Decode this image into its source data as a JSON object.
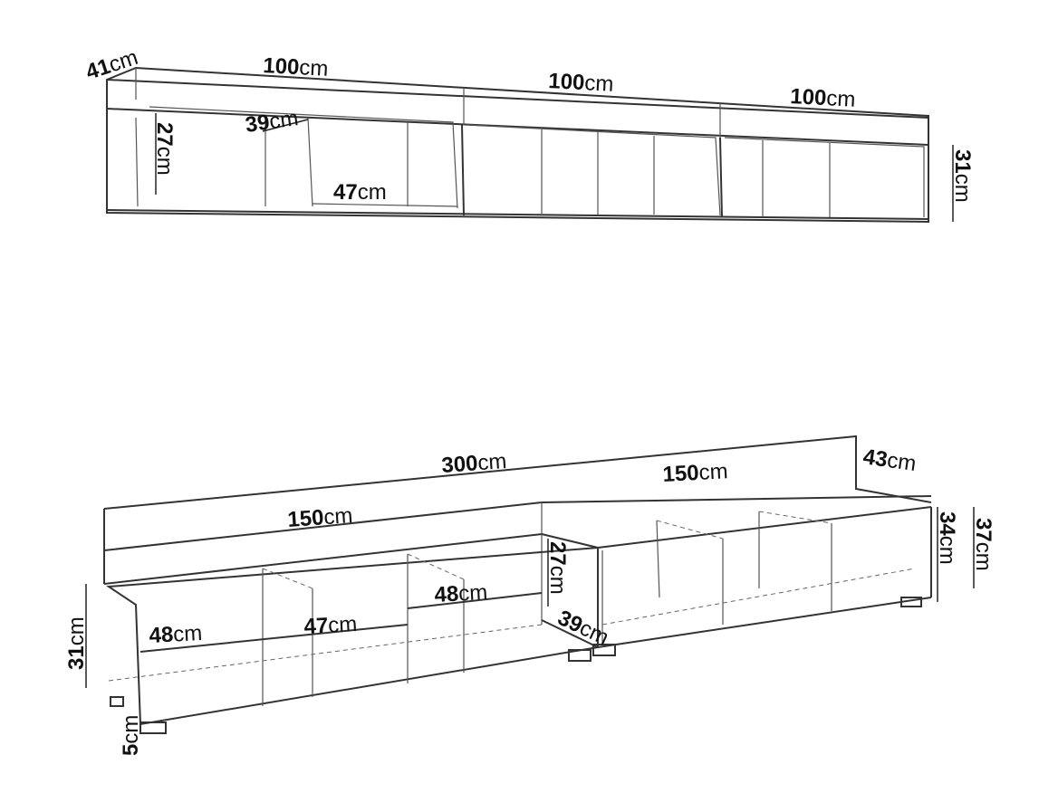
{
  "wall_shelf": {
    "labels": [
      {
        "id": "depth",
        "value": "41",
        "unit": "cm"
      },
      {
        "id": "width-1",
        "value": "100",
        "unit": "cm"
      },
      {
        "id": "width-2",
        "value": "100",
        "unit": "cm"
      },
      {
        "id": "width-3",
        "value": "100",
        "unit": "cm"
      },
      {
        "id": "inner-depth",
        "value": "39",
        "unit": "cm"
      },
      {
        "id": "inner-height",
        "value": "27",
        "unit": "cm"
      },
      {
        "id": "inner-width",
        "value": "47",
        "unit": "cm"
      },
      {
        "id": "height",
        "value": "31",
        "unit": "cm"
      }
    ]
  },
  "tv_stand": {
    "labels": [
      {
        "id": "total-width",
        "value": "300",
        "unit": "cm"
      },
      {
        "id": "right-width",
        "value": "150",
        "unit": "cm"
      },
      {
        "id": "depth",
        "value": "43",
        "unit": "cm"
      },
      {
        "id": "left-width",
        "value": "150",
        "unit": "cm"
      },
      {
        "id": "body-height",
        "value": "34",
        "unit": "cm"
      },
      {
        "id": "total-height",
        "value": "37",
        "unit": "cm"
      },
      {
        "id": "inner-height",
        "value": "27",
        "unit": "cm"
      },
      {
        "id": "inner-depth",
        "value": "39",
        "unit": "cm"
      },
      {
        "id": "compartment-right",
        "value": "48",
        "unit": "cm"
      },
      {
        "id": "compartment-left",
        "value": "48",
        "unit": "cm"
      },
      {
        "id": "compartment-mid",
        "value": "47",
        "unit": "cm"
      },
      {
        "id": "front-height",
        "value": "31",
        "unit": "cm"
      },
      {
        "id": "leg-height",
        "value": "5",
        "unit": "cm"
      }
    ]
  }
}
